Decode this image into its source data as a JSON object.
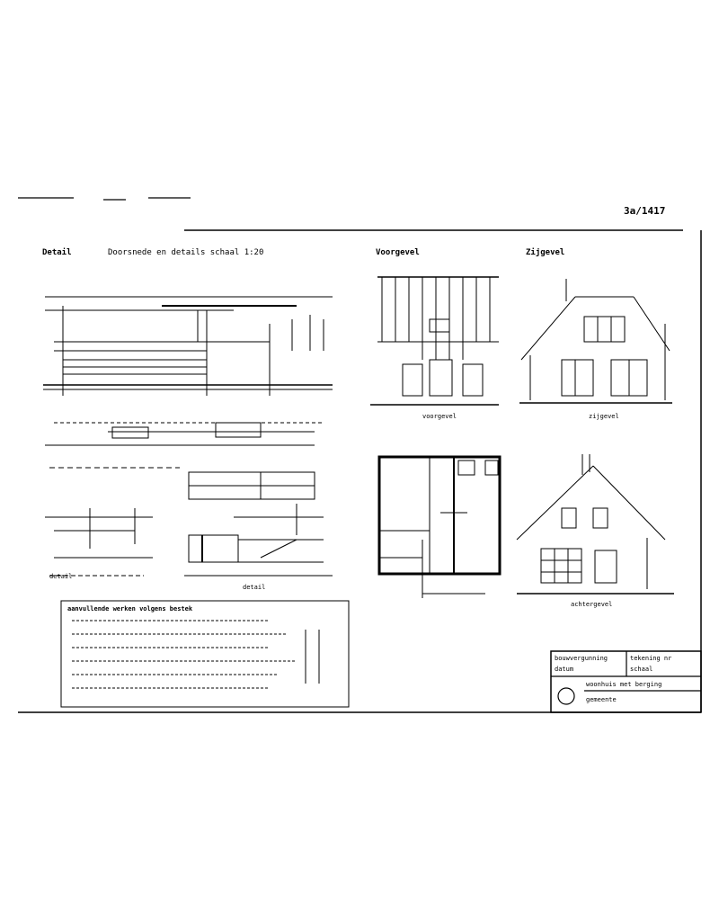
{
  "sheet": {
    "code": "3a/1417",
    "background": "#ffffff",
    "ink": "#000000"
  },
  "views": {
    "top_left_title": "Detail",
    "top_left_subtitle": "Doorsnede en details schaal 1:20",
    "front_elevation_title": "Voorgevel",
    "side_elevation_title": "Zijgevel",
    "front_elevation_caption": "voorgevel",
    "side_elevation_caption": "zijgevel",
    "rear_elevation_caption": "achtergevel",
    "details_caption_left": "detail",
    "details_caption_right": "detail",
    "notes_title": "aanvullende werken volgens bestek"
  },
  "title_block": {
    "row1_left": "bouwvergunning",
    "row1_right": "tekening nr",
    "row2_left": "datum",
    "row2_right": "schaal",
    "row3": "woonhuis met berging",
    "row4": "gemeente"
  }
}
